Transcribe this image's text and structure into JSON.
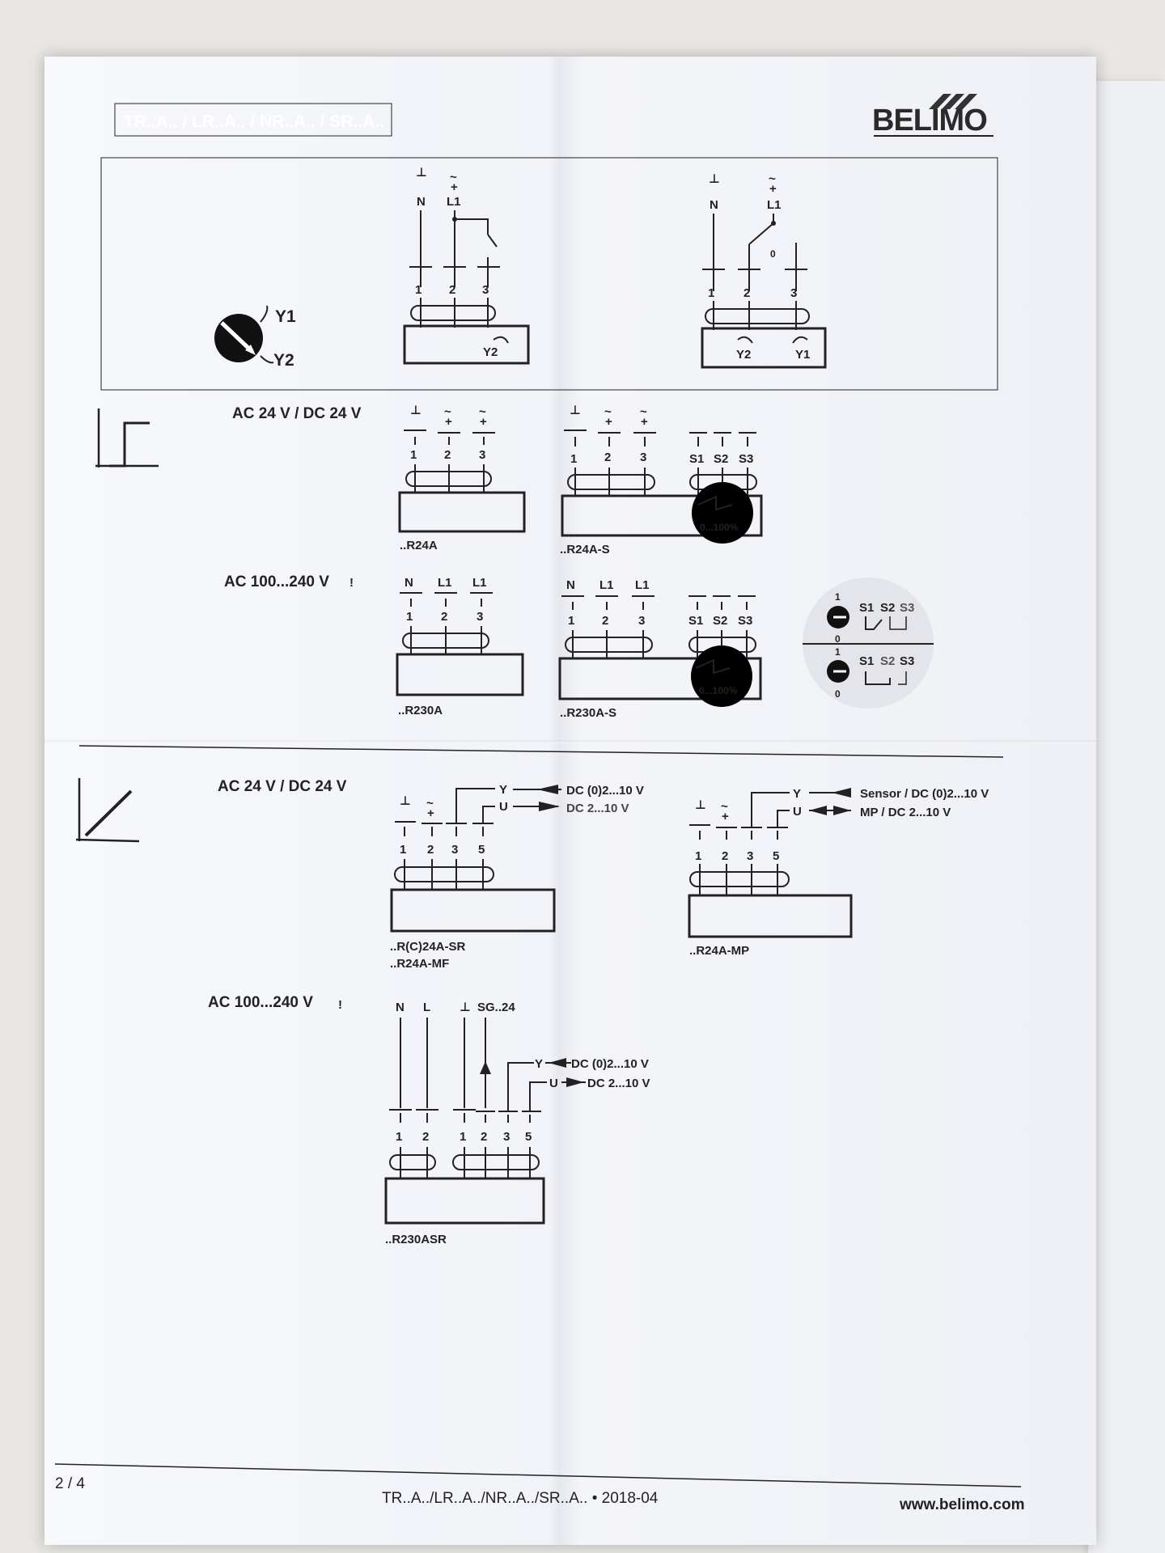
{
  "header": {
    "product_tag": "TR..A.. / LR..A.. / NR..A.. / SR..A..",
    "brand": "BELIMO"
  },
  "rotation": {
    "y1": "Y1",
    "y2": "Y2"
  },
  "rotation_block": {
    "left": {
      "terminals": [
        "1",
        "2",
        "3"
      ],
      "top_labels": [
        "N",
        "L1"
      ],
      "body": "Y2"
    },
    "right": {
      "terminals": [
        "1",
        "2",
        "3"
      ],
      "top_labels": [
        "N",
        "L1"
      ],
      "switch_pos": "0",
      "body_left": "Y2",
      "body_right": "Y1"
    }
  },
  "sections": {
    "onoff": {
      "ac24": {
        "voltage": "AC 24 V / DC 24 V",
        "r24a": {
          "terminals": [
            "1",
            "2",
            "3"
          ],
          "model": "..R24A"
        },
        "r24as": {
          "terminals": [
            "1",
            "2",
            "3"
          ],
          "aux": [
            "S1",
            "S2",
            "S3"
          ],
          "dial": "0...100%",
          "model": "..R24A-S"
        }
      },
      "ac230": {
        "voltage": "AC 100...240 V",
        "r230a": {
          "top": [
            "N",
            "L1",
            "L1"
          ],
          "terminals": [
            "1",
            "2",
            "3"
          ],
          "model": "..R230A"
        },
        "r230as": {
          "top": [
            "N",
            "L1",
            "L1"
          ],
          "terminals": [
            "1",
            "2",
            "3"
          ],
          "aux": [
            "S1",
            "S2",
            "S3"
          ],
          "dial": "0...100%",
          "model": "..R230A-S"
        },
        "switch_detail": {
          "s1": "S1",
          "s2": "S2",
          "s3": "S3",
          "one": "1",
          "zero": "0"
        }
      }
    },
    "modulating": {
      "ac24": {
        "voltage": "AC 24 V / DC 24 V",
        "sr": {
          "terminals": [
            "1",
            "2",
            "3",
            "5"
          ],
          "y": "Y",
          "u": "U",
          "y_signal": "DC (0)2...10 V",
          "u_signal": "DC 2...10 V",
          "model1": "..R(C)24A-SR",
          "model2": "..R24A-MF"
        },
        "mp": {
          "terminals": [
            "1",
            "2",
            "3",
            "5"
          ],
          "y": "Y",
          "u": "U",
          "y_signal": "Sensor / DC (0)2...10 V",
          "u_signal": "MP / DC 2...10 V",
          "model": "..R24A-MP"
        }
      },
      "ac230": {
        "voltage": "AC 100...240 V",
        "asr": {
          "power_top": [
            "N",
            "L"
          ],
          "sg_top": "SG..24",
          "power_terminals": [
            "1",
            "2"
          ],
          "signal_terminals": [
            "1",
            "2",
            "3",
            "5"
          ],
          "y": "Y",
          "u": "U",
          "y_signal": "DC (0)2...10 V",
          "u_signal": "DC 2...10 V",
          "model": "..R230ASR"
        }
      }
    }
  },
  "footer": {
    "page": "2 / 4",
    "doc": "TR..A../LR..A../NR..A../SR..A.. • 2018-04",
    "url": "www.belimo.com"
  }
}
